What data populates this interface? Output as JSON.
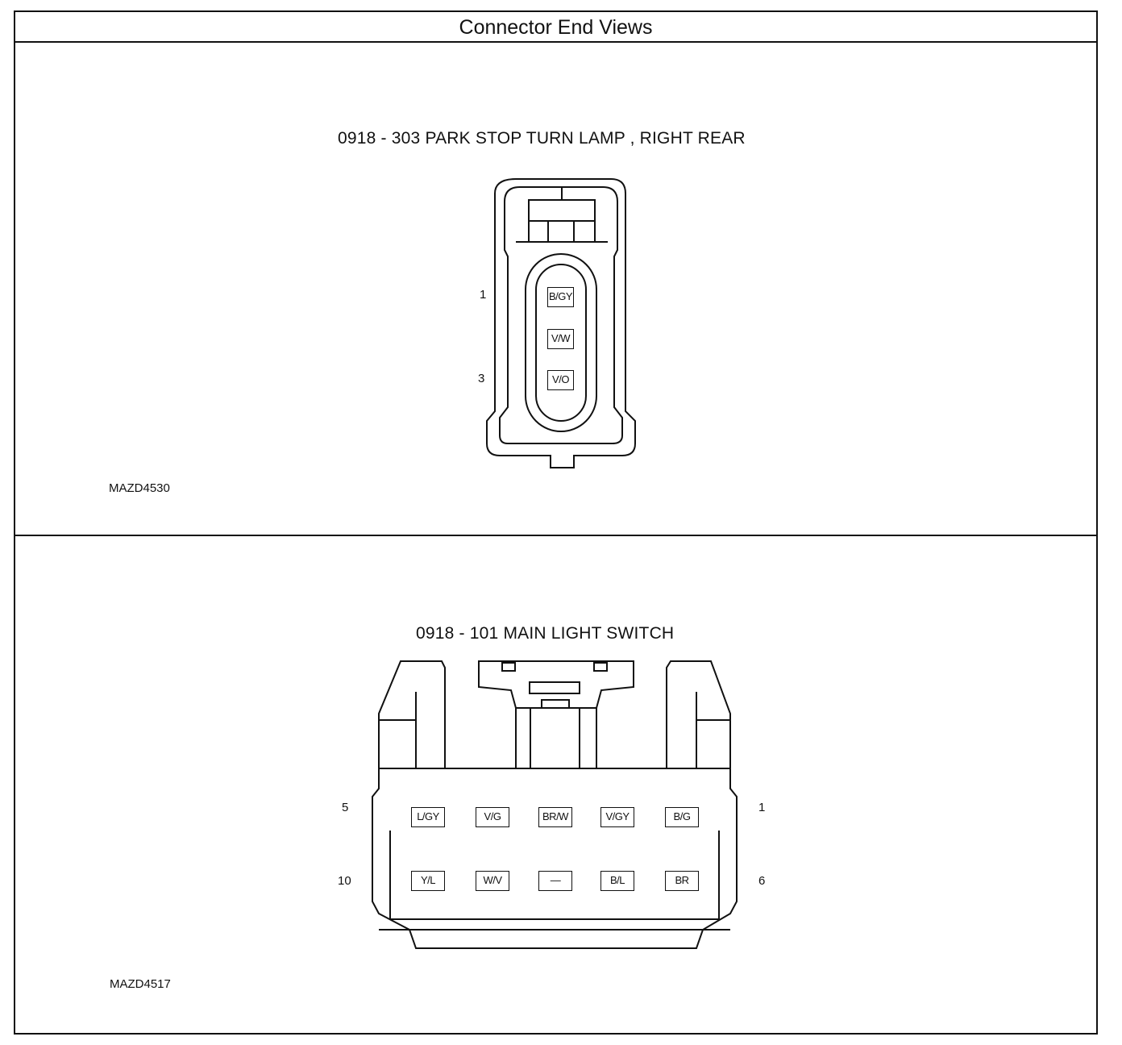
{
  "header": {
    "title": "Connector End Views"
  },
  "panels": [
    {
      "title": "0918 - 303 PARK STOP TURN LAMP , RIGHT REAR",
      "reference": "MAZD4530",
      "pin_numbers": {
        "top": "1",
        "bottom": "3"
      },
      "pins": [
        "B/GY",
        "V/W",
        "V/O"
      ]
    },
    {
      "title": "0918 - 101 MAIN LIGHT SWITCH",
      "reference": "MAZD4517",
      "pin_numbers": {
        "top_left": "5",
        "top_right": "1",
        "bottom_left": "10",
        "bottom_right": "6"
      },
      "row1": [
        "L/GY",
        "V/G",
        "BR/W",
        "V/GY",
        "B/G"
      ],
      "row2": [
        "Y/L",
        "W/V",
        "—",
        "B/L",
        "BR"
      ]
    }
  ]
}
